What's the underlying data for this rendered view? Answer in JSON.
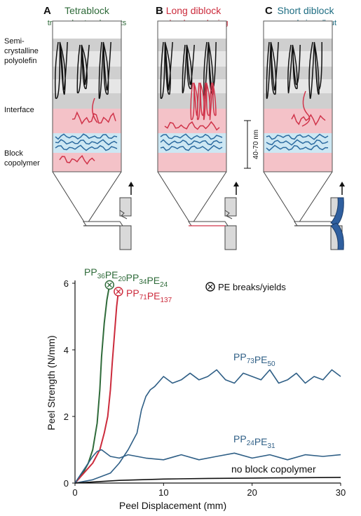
{
  "panels": [
    {
      "letter": "A",
      "title": "Tetrablock",
      "subtitle": "trapped entanglements",
      "color": "#2f6b3a"
    },
    {
      "letter": "B",
      "title": "Long diblock",
      "subtitle": "molecular anchoring",
      "color": "#cc2b3c"
    },
    {
      "letter": "C",
      "title": "Short diblock",
      "subtitle": "easy chain pullout",
      "color": "#1e6d82"
    }
  ],
  "side_labels": {
    "semi": [
      "Semi-",
      "crystalline",
      "polyolefin"
    ],
    "interface": "Interface",
    "block": [
      "Block",
      "copolymer"
    ]
  },
  "scale_label": "40-70 nm",
  "colors": {
    "gray_light": "#e6e6e6",
    "gray_dark": "#cfcfcf",
    "pink": "#f4c2c8",
    "blue": "#cde7f3",
    "red_chain": "#d0344a",
    "blue_chain": "#2c6ba0",
    "green_curve": "#2f6b3a",
    "red_curve": "#cc2b3c",
    "blue_curve": "#2f5f86",
    "black_curve": "#111111"
  },
  "chart_data": {
    "type": "line",
    "xlabel": "Peel Displacement (mm)",
    "ylabel": "Peel Strength (N/mm)",
    "xlim": [
      0,
      30
    ],
    "ylim": [
      0,
      6
    ],
    "xticks": [
      0,
      10,
      20,
      30
    ],
    "yticks": [
      0,
      2,
      4,
      6
    ],
    "break_legend": "PE breaks/yields",
    "series": [
      {
        "label_parts": [
          [
            "PP",
            ""
          ],
          [
            "36",
            "sub"
          ],
          [
            "PE",
            ""
          ],
          [
            "20",
            "sub"
          ],
          [
            "PP",
            ""
          ],
          [
            "34",
            "sub"
          ],
          [
            "PE",
            ""
          ],
          [
            "24",
            "sub"
          ]
        ],
        "color": "#2f6b3a",
        "x": [
          0,
          0.5,
          1,
          1.5,
          2,
          2.5,
          2.8,
          3.0,
          3.3,
          3.6,
          3.9
        ],
        "y": [
          0,
          0.15,
          0.35,
          0.6,
          1.0,
          1.8,
          2.8,
          3.8,
          4.8,
          5.5,
          5.95
        ],
        "break_point": [
          3.9,
          5.95
        ]
      },
      {
        "label_parts": [
          [
            "PP",
            ""
          ],
          [
            "71",
            "sub"
          ],
          [
            "PE",
            ""
          ],
          [
            "137",
            "sub"
          ]
        ],
        "color": "#cc2b3c",
        "x": [
          0,
          1,
          2,
          2.8,
          3.3,
          3.7,
          4.0,
          4.2,
          4.5,
          4.7,
          4.9
        ],
        "y": [
          0,
          0.3,
          0.6,
          1.0,
          1.5,
          2.0,
          2.8,
          3.6,
          4.6,
          5.3,
          5.75
        ],
        "break_point": [
          4.9,
          5.75
        ]
      },
      {
        "label_parts": [
          [
            "PP",
            ""
          ],
          [
            "73",
            "sub"
          ],
          [
            "PE",
            ""
          ],
          [
            "50",
            "sub"
          ]
        ],
        "color": "#2f5f86",
        "x": [
          0,
          2,
          4,
          5,
          6,
          7,
          7.5,
          8,
          8.5,
          9,
          10,
          11,
          12,
          13,
          14,
          15,
          16,
          17,
          18,
          19,
          20,
          21,
          22,
          23,
          24,
          25,
          26,
          27,
          28,
          29,
          30
        ],
        "y": [
          0,
          0.1,
          0.3,
          0.6,
          1.0,
          1.5,
          2.2,
          2.6,
          2.8,
          2.9,
          3.2,
          3.0,
          3.1,
          3.3,
          3.1,
          3.2,
          3.4,
          3.1,
          3.0,
          3.3,
          3.2,
          3.1,
          3.4,
          3.0,
          3.1,
          3.3,
          3.0,
          3.2,
          3.1,
          3.4,
          3.2
        ]
      },
      {
        "label_parts": [
          [
            "PP",
            ""
          ],
          [
            "24",
            "sub"
          ],
          [
            "PE",
            ""
          ],
          [
            "31",
            "sub"
          ]
        ],
        "color": "#2f5f86",
        "x": [
          0,
          1,
          2,
          2.5,
          3,
          3.5,
          4,
          5,
          6,
          7,
          8,
          10,
          12,
          14,
          16,
          18,
          20,
          22,
          24,
          26,
          28,
          30
        ],
        "y": [
          0,
          0.4,
          0.8,
          0.95,
          1.0,
          0.9,
          0.8,
          0.75,
          0.85,
          0.8,
          0.75,
          0.7,
          0.85,
          0.7,
          0.8,
          0.9,
          0.75,
          0.85,
          0.7,
          0.85,
          0.8,
          0.85
        ]
      },
      {
        "label_parts": [
          [
            "no block copolymer",
            ""
          ]
        ],
        "color": "#111111",
        "x": [
          0,
          5,
          10,
          15,
          20,
          25,
          30
        ],
        "y": [
          0,
          0.08,
          0.12,
          0.14,
          0.15,
          0.16,
          0.17
        ]
      }
    ]
  }
}
